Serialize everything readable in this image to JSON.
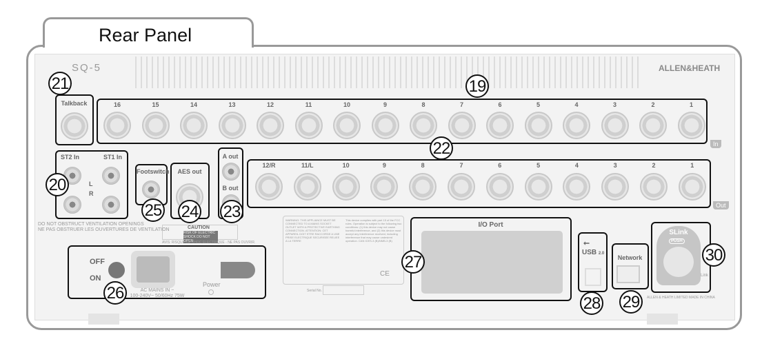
{
  "title": "Rear Panel",
  "model": "SQ-5",
  "brand": "ALLEN&HEATH",
  "talkback": "Talkback",
  "inputs": [
    "16",
    "15",
    "14",
    "13",
    "12",
    "11",
    "10",
    "9",
    "8",
    "7",
    "6",
    "5",
    "4",
    "3",
    "2",
    "1"
  ],
  "in_tag": "In",
  "outputs": [
    "12/R",
    "11/L",
    "10",
    "9",
    "8",
    "7",
    "6",
    "5",
    "4",
    "3",
    "2",
    "1"
  ],
  "out_tag": "Out",
  "st2": "ST2 In",
  "st1": "ST1 In",
  "left": "L",
  "right": "R",
  "footswitch": "Footswitch",
  "aes_out": "AES out",
  "a_out": "A out",
  "b_out": "B out",
  "caution": "CAUTION",
  "caution_sub": "RISK OF ELECTRIC SHOCK DO NOT OPEN",
  "avis": "AVIS: RISQUE DE CHOC ELECTRIQUE - NE PAS OUVRIR.",
  "vent_en": "DO NOT OBSTRUCT VENTILATION OPENINGS",
  "vent_fr": "NE PAS OBSTRUER LES OUVERTURES DE VENTILATION",
  "off": "OFF",
  "on": "ON",
  "mains": "AC MAINS IN ~",
  "mains_spec": "100-240V~ 50/60Hz 75W",
  "power": "Power",
  "warning": "WARNING: THIS APPLIANCE MUST BE CONNECTED TO A MAINS SOCKET OUTLET WITH A PROTECTIVE EARTHING CONNECTION. ATTENTION: CET APPAREIL DOIT ETRE RACCORDE A UNE PRISE ELECTRIQUE SECURISEE RELIEE A LA TERRE",
  "fcc": "This device complies with part 15 of the FCC rules. Operation is subject to the following two conditions: (1) this device may not cause harmful interference, and (2) this device must accept any interference received, including interference that may cause undesired operation. CAN ICES-3 (B)/NMB-3 (B)",
  "ce": "CE",
  "serial": "Serial No.",
  "io_port": "I/O Port",
  "usb": "USB",
  "usb_ver": "2.0",
  "network": "Network",
  "slink": "SLink",
  "push": "PUSH",
  "link": "Link",
  "made_in": "ALLEN & HEATH LIMITED   MADE IN CHINA",
  "callouts": {
    "c19": "19",
    "c20": "20",
    "c21": "21",
    "c22": "22",
    "c23": "23",
    "c24": "24",
    "c25": "25",
    "c26": "26",
    "c27": "27",
    "c28": "28",
    "c29": "29",
    "c30": "30"
  }
}
